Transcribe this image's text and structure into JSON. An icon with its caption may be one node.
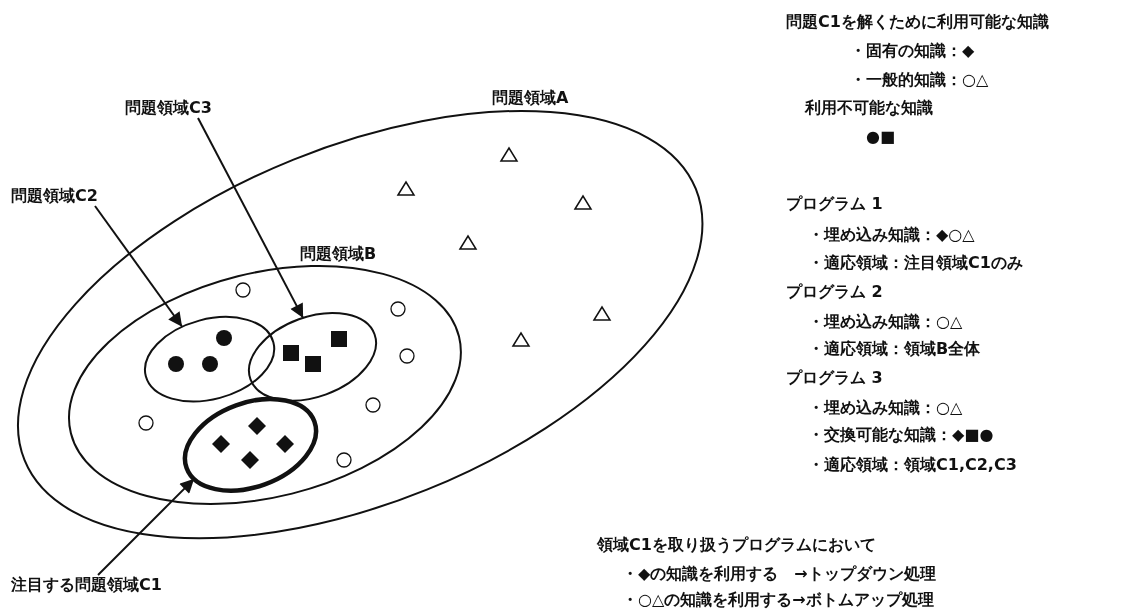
{
  "diagram": {
    "nodes": [
      {
        "text": [
          "問題領域A"
        ]
      },
      {
        "text": [
          "問題領域B"
        ],
        "in": 0
      },
      {
        "text": [],
        "shape": "ellipse",
        "in": 1
      },
      {
        "text": [],
        "shape": "ellipse",
        "in": 1
      },
      {
        "text": [],
        "shape": "ellipse",
        "in": 1
      },
      {
        "text": [
          "問題領域C3"
        ]
      },
      {
        "text": [
          "問題領域C2"
        ]
      },
      {
        "text": [
          "注目する問題領域C1"
        ]
      }
    ],
    "edges": [
      {
        "from": 5,
        "to": 3,
        "arrow": "to"
      },
      {
        "from": 6,
        "to": 2,
        "arrow": "to"
      },
      {
        "from": 7,
        "to": 4,
        "arrow": "to"
      }
    ],
    "labels": [
      "問題C1を解くために利用可能な知識",
      "・固有の知識：◆",
      "・一般的知識：○△",
      "利用不可能な知識",
      "●■",
      "プログラム 1",
      "・埋め込み知識：◆○△",
      "・適応領域：注目領域C1のみ",
      "プログラム 2",
      "・埋め込み知識：○△",
      "・適応領域：領域B全体",
      "プログラム 3",
      "・埋め込み知識：○△",
      "・交換可能な知識：◆■●",
      "・適応領域：領域C1,C2,C3",
      "領域C1を取り扱うプログラムにおいて",
      "・◆の知識を利用する　→トップダウン処理",
      "・○△の知識を利用する→ボトムアップ処理"
    ]
  }
}
